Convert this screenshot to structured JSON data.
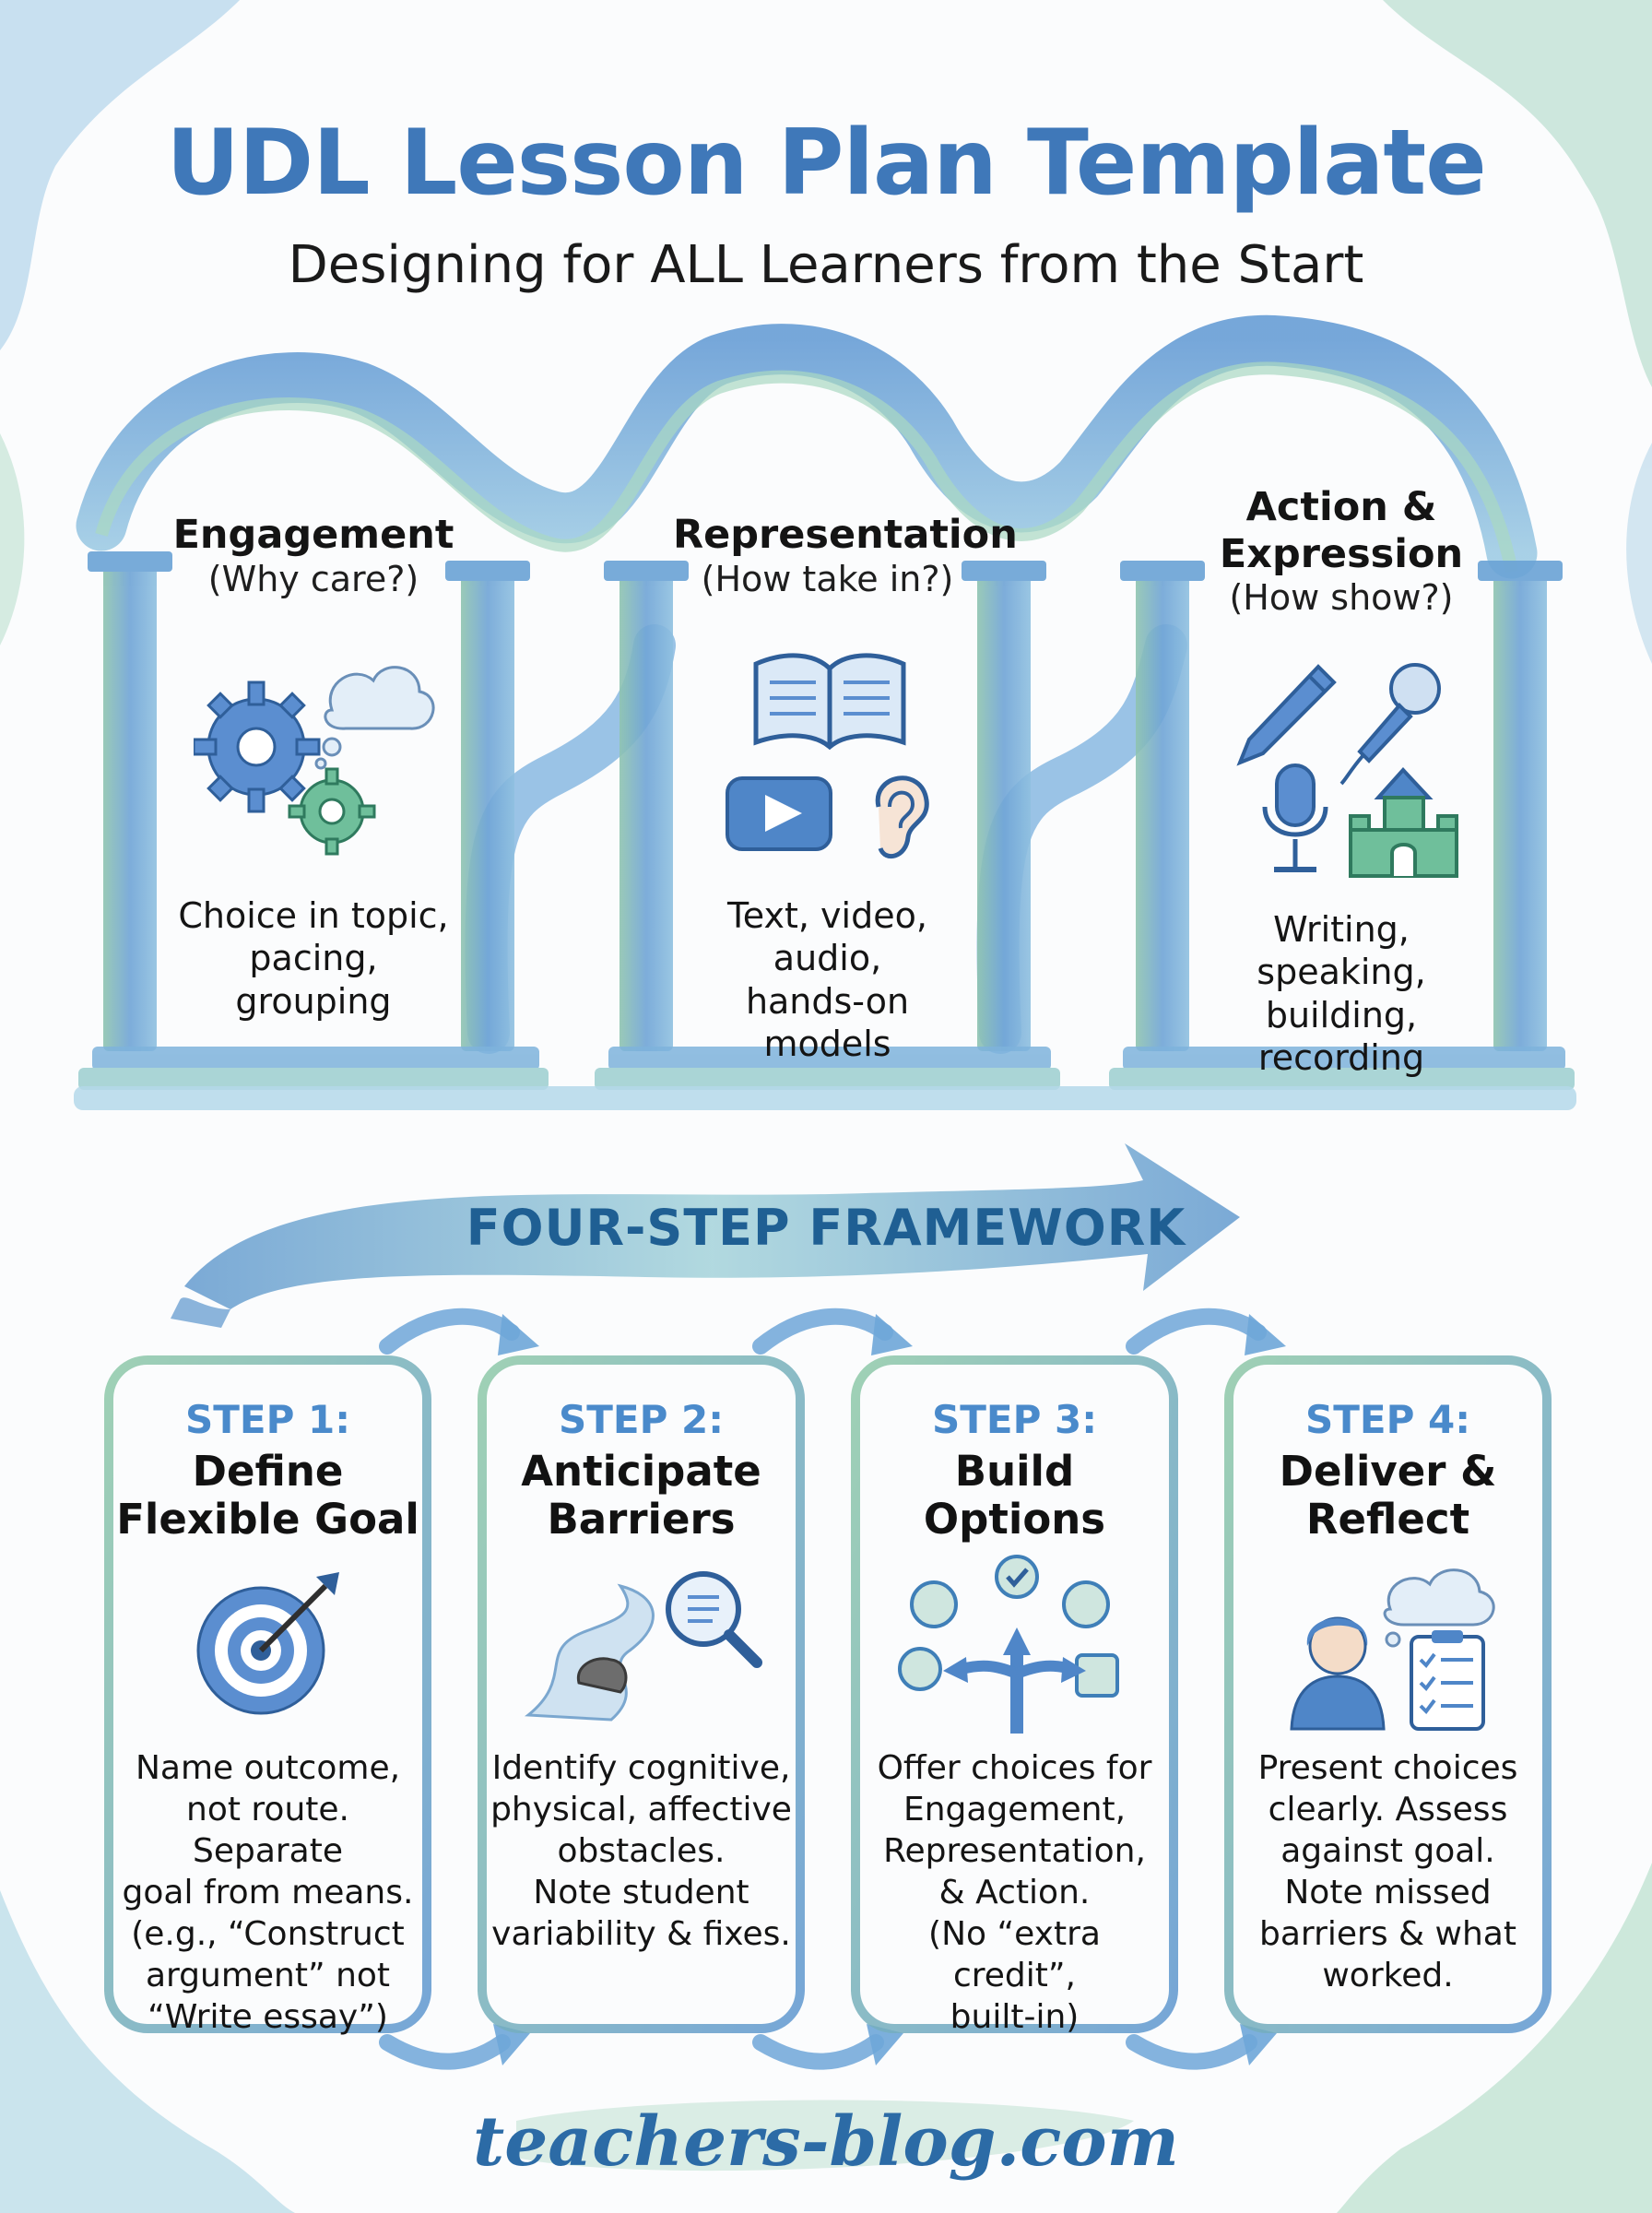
{
  "header": {
    "title": "UDL Lesson Plan Template",
    "subtitle": "Designing for ALL Learners from the Start"
  },
  "pillars": [
    {
      "title": "Engagement",
      "question": "(Why care?)",
      "description": "Choice in topic,\npacing, grouping",
      "icons": [
        "gears-icon",
        "thought-cloud-icon"
      ]
    },
    {
      "title": "Representation",
      "question": "(How take in?)",
      "description": "Text, video,\naudio,\nhands-on models",
      "icons": [
        "book-icon",
        "video-play-icon",
        "ear-icon"
      ]
    },
    {
      "title": "Action &\nExpression",
      "question": "(How show?)",
      "description": "Writing, speaking,\nbuilding, recording",
      "icons": [
        "pen-icon",
        "microphone-icon",
        "podcast-mic-icon",
        "block-castle-icon"
      ]
    }
  ],
  "framework": {
    "title": "FOUR-STEP FRAMEWORK"
  },
  "steps": [
    {
      "label": "STEP 1:",
      "title": "Define\nFlexible Goal",
      "description": "Name outcome,\nnot route. Separate\ngoal from means.\n(e.g., “Construct\nargument” not\n“Write essay”)",
      "icon": "target-icon"
    },
    {
      "label": "STEP 2:",
      "title": "Anticipate\nBarriers",
      "description": "Identify cognitive,\nphysical, affective\nobstacles.\nNote student\nvariability & fixes.",
      "icon": "path-rock-magnifier-icon"
    },
    {
      "label": "STEP 3:",
      "title": "Build\nOptions",
      "description": "Offer choices for\nEngagement,\nRepresentation,\n& Action.\n(No “extra credit”,\nbuilt-in)",
      "icon": "branching-options-icon"
    },
    {
      "label": "STEP 4:",
      "title": "Deliver &\nReflect",
      "description": "Present choices\nclearly. Assess\nagainst goal.\nNote missed\nbarriers & what\nworked.",
      "icon": "teacher-checklist-icon"
    }
  ],
  "footer": {
    "site": "teachers-blog.com"
  },
  "colors": {
    "primary_blue": "#3f78b9",
    "dark_blue": "#1f5f93",
    "step_blue": "#4a8acb",
    "green": "#7fc6a4"
  }
}
